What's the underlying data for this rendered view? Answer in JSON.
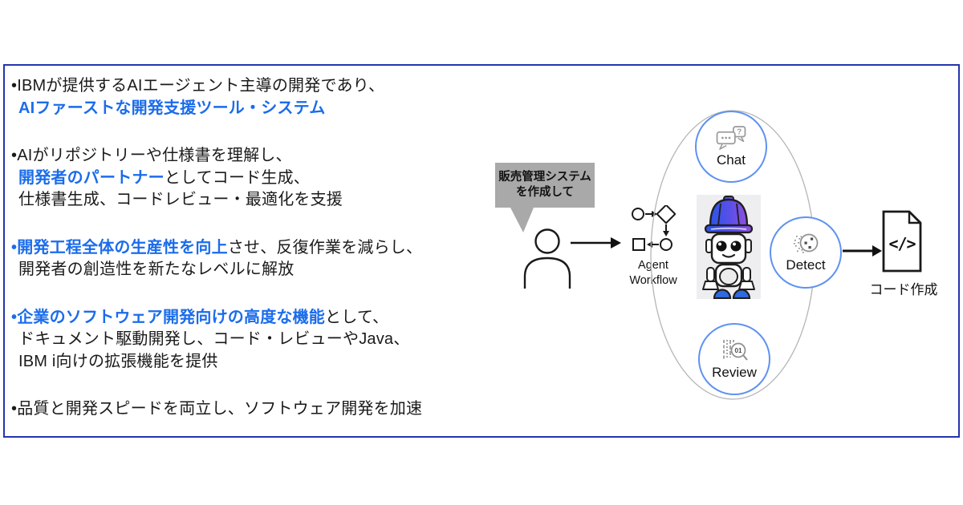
{
  "colors": {
    "accent_blue_text": "#1b6ceb",
    "frame_blue": "#2434ad",
    "capability_circle_border": "#5f92f0",
    "speech_bubble_gray": "#a9a9a9",
    "icon_gray": "#8f8f8f",
    "helmet_blue": "#2b55e8",
    "helmet_purple": "#9150dd",
    "robot_feet_blue": "#2e6ae0"
  },
  "bullets": [
    {
      "lines": [
        {
          "wrap": false,
          "segments": [
            {
              "t": "•IBMが提供するAIエージェント主導の開発であり、",
              "c": "k"
            }
          ]
        },
        {
          "wrap": true,
          "segments": [
            {
              "t": "AIファーストな開発支援ツール・システム",
              "c": "b"
            }
          ]
        }
      ]
    },
    {
      "lines": [
        {
          "wrap": false,
          "segments": [
            {
              "t": "•AIがリポジトリーや仕様書を理解し、",
              "c": "k"
            }
          ]
        },
        {
          "wrap": true,
          "segments": [
            {
              "t": "開発者のパートナー",
              "c": "b"
            },
            {
              "t": "としてコード生成、",
              "c": "k"
            }
          ]
        },
        {
          "wrap": true,
          "segments": [
            {
              "t": "仕様書生成、コードレビュー・最適化を支援",
              "c": "k"
            }
          ]
        }
      ]
    },
    {
      "lines": [
        {
          "wrap": false,
          "segments": [
            {
              "t": "•開発工程全体の生産性を向上",
              "c": "b"
            },
            {
              "t": "させ、反復作業を減らし、",
              "c": "k"
            }
          ]
        },
        {
          "wrap": true,
          "segments": [
            {
              "t": "開発者の創造性を新たなレベルに解放",
              "c": "k"
            }
          ]
        }
      ]
    },
    {
      "lines": [
        {
          "wrap": false,
          "segments": [
            {
              "t": "•企業のソフトウェア開発向けの高度な機能",
              "c": "b"
            },
            {
              "t": "として、",
              "c": "k"
            }
          ]
        },
        {
          "wrap": true,
          "segments": [
            {
              "t": "ドキュメント駆動開発し、コード・レビューやJava、",
              "c": "k"
            }
          ]
        },
        {
          "wrap": true,
          "segments": [
            {
              "t": "IBM i向けの拡張機能を提供",
              "c": "k"
            }
          ]
        }
      ]
    },
    {
      "lines": [
        {
          "wrap": false,
          "segments": [
            {
              "t": "•品質と開発スピードを両立し、ソフトウェア開発を加速",
              "c": "k"
            }
          ]
        }
      ]
    }
  ],
  "diagram": {
    "speech_bubble": {
      "line1": "販売管理システム",
      "line2": "を作成して"
    },
    "agent_workflow": {
      "label_line1": "Agent",
      "label_line2": "Workflow"
    },
    "capabilities": {
      "chat": "Chat",
      "detect": "Detect",
      "review": "Review"
    },
    "chat_icon": {
      "question_mark": "?"
    },
    "review_icon": {
      "digits": "01"
    },
    "code_output": {
      "glyph": "</>",
      "label": "コード作成"
    }
  }
}
